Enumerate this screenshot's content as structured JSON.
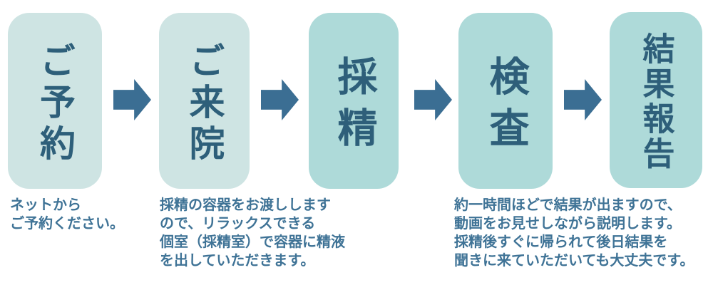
{
  "colors": {
    "box_fill_light": "#cee4e3",
    "box_fill_teal": "#aedad9",
    "step_title_text": "#2e5f7a",
    "arrow": "#3b6e93",
    "description_text": "#3f7396",
    "background": "#ffffff"
  },
  "icons": {
    "arrow": "block-arrow-right"
  },
  "flow": {
    "steps": [
      {
        "label": "ご予約",
        "description": "ネットから\nご予約ください。"
      },
      {
        "label": "ご来院",
        "description": "採精の容器をお渡しします\nので、リラックスできる\n個室（採精室）で容器に精液\nを出していただきます。"
      },
      {
        "label": "採精",
        "description": ""
      },
      {
        "label": "検査",
        "description": "約一時間ほどで結果が出ますので、\n動画をお見せしながら説明します。\n採精後すぐに帰られて後日結果を\n聞きに来ていただいても大丈夫です。"
      },
      {
        "label": "結果報告",
        "description": ""
      }
    ]
  }
}
